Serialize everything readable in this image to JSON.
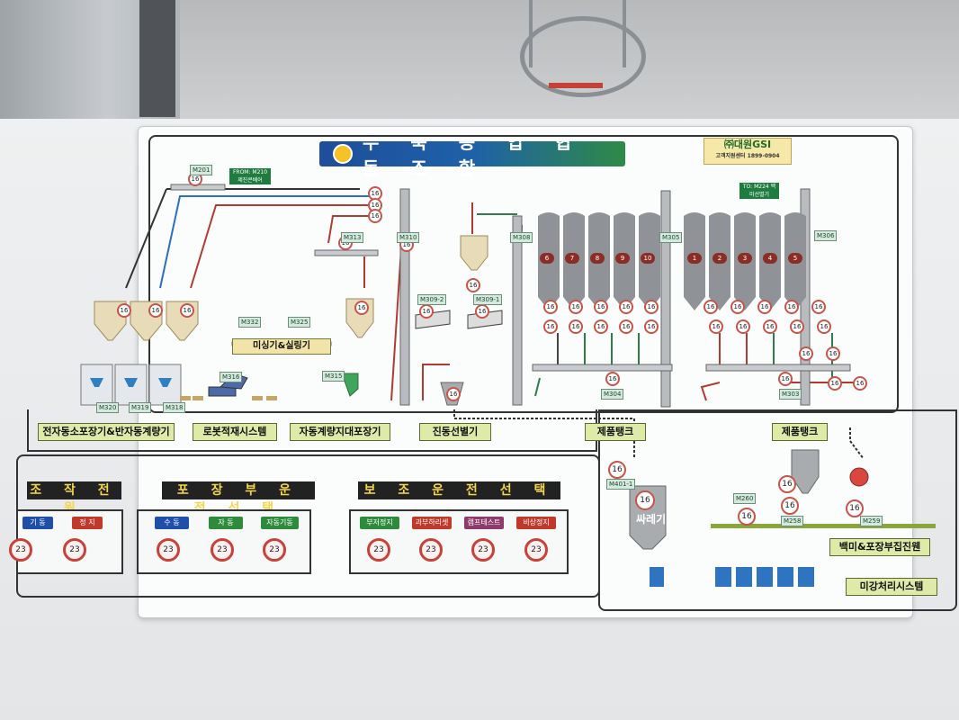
{
  "scene": {
    "title": "두 북 농 업 협 동 조 합",
    "brand": {
      "name": "㈜대원GSI",
      "subtitle": "고객지원센터 1899-0904"
    },
    "from_label": "FROM: M210 제진콘베어",
    "to_label": "TO: M224 백미선별기",
    "process_labels": {
      "auto_packing": "전자동소포장기&반자동계량기",
      "robot": "로봇적재시스템",
      "auto_bag": "자동계량지대포장기",
      "separator": "진동선별기",
      "product_tank_1": "제품탱크",
      "product_tank_2": "제품탱크",
      "mixer_sealer": "미싱기&실링기",
      "rice_dust": "백미&포장부집진웬",
      "polish_system": "미강처리시스템",
      "small_tank": "싸레기"
    },
    "machine_tags": [
      "M201",
      "M313",
      "M310",
      "M308",
      "M309-2",
      "M309-1",
      "M305",
      "M306",
      "M316",
      "M315",
      "M332",
      "M325",
      "M401-1",
      "M304",
      "M303",
      "M260",
      "M258",
      "M259",
      "M320",
      "M319",
      "M318"
    ],
    "silo_numbers_left": [
      "6",
      "7",
      "8",
      "9",
      "10"
    ],
    "silo_numbers_right": [
      "1",
      "2",
      "3",
      "4",
      "5"
    ],
    "gauge_value": "16"
  },
  "panels": {
    "power": {
      "title": "조 작 전 원",
      "buttons": [
        {
          "label": "기  동",
          "value": "23",
          "color": "#1f4fa8"
        },
        {
          "label": "정  지",
          "value": "23",
          "color": "#c0392b"
        }
      ]
    },
    "packing": {
      "title": "포 장 부 운 전 선 택",
      "buttons": [
        {
          "label": "수  동",
          "value": "23",
          "color": "#1f4fa8"
        },
        {
          "label": "자  동",
          "value": "23",
          "color": "#2e8b3c"
        },
        {
          "label": "자동기동",
          "value": "23",
          "color": "#2e8b3c"
        }
      ]
    },
    "aux": {
      "title": "보 조 운 전 선 택",
      "buttons": [
        {
          "label": "부저정지",
          "value": "23",
          "color": "#2e8b3c"
        },
        {
          "label": "과부하리셋",
          "value": "23",
          "color": "#c0392b"
        },
        {
          "label": "램프테스트",
          "value": "23",
          "color": "#8e3a6a"
        },
        {
          "label": "비상정지",
          "value": "23",
          "color": "#c0392b"
        }
      ]
    }
  }
}
